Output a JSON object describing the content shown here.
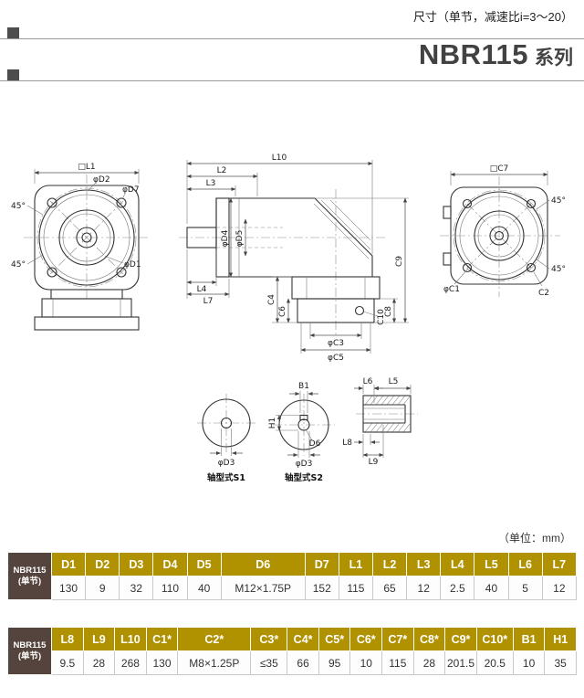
{
  "colors": {
    "header-gold": "#b09200",
    "corner-brown": "#55443d",
    "rule-gray": "#9a9a9a"
  },
  "page": {
    "size_note": "尺寸（单节，减速比i=3～20）",
    "title": "NBR115",
    "title_suffix": "系列",
    "unit_note": "（单位：mm）"
  },
  "tables": [
    {
      "corner": "NBR115",
      "corner_sub": "(单节)",
      "headers": [
        "D1",
        "D2",
        "D3",
        "D4",
        "D5",
        "D6",
        "D7",
        "L1",
        "L2",
        "L3",
        "L4",
        "L5",
        "L6",
        "L7"
      ],
      "values": [
        "130",
        "9",
        "32",
        "110",
        "40",
        "M12×1.75P",
        "152",
        "115",
        "65",
        "12",
        "2.5",
        "40",
        "5",
        "12"
      ]
    },
    {
      "corner": "NBR115",
      "corner_sub": "(单节)",
      "headers": [
        "L8",
        "L9",
        "L10",
        "C1*",
        "C2*",
        "C3*",
        "C4*",
        "C5*",
        "C6*",
        "C7*",
        "C8*",
        "C9*",
        "C10*",
        "B1",
        "H1"
      ],
      "values": [
        "9.5",
        "28",
        "268",
        "130",
        "M8×1.25P",
        "≤35",
        "66",
        "95",
        "10",
        "115",
        "28",
        "201.5",
        "20.5",
        "10",
        "35"
      ]
    }
  ],
  "drawing": {
    "front": {
      "l1": "□L1",
      "d2": "φD2",
      "d7": "φD7",
      "d1": "φD1",
      "angle": "45°"
    },
    "side": {
      "l10": "L10",
      "l2": "L2",
      "l3": "L3",
      "d4": "φD4",
      "d5": "φD5",
      "l4": "L4",
      "l7": "L7",
      "c4": "C4",
      "c6": "C6",
      "c8": "C8",
      "c9": "C9",
      "c10": "C10",
      "c3": "φC3",
      "c5": "φC5"
    },
    "rear": {
      "c7": "□C7",
      "c1": "φC1",
      "c2": "C2",
      "angle": "45°"
    },
    "shaft_s1": {
      "d3": "φD3",
      "label": "轴型式S1"
    },
    "shaft_s2": {
      "b1": "B1",
      "h1": "H1",
      "d6": "D6",
      "d3": "φD3",
      "label": "轴型式S2"
    },
    "detail": {
      "l6": "L6",
      "l5": "L5",
      "l8": "L8",
      "l9": "L9"
    }
  }
}
